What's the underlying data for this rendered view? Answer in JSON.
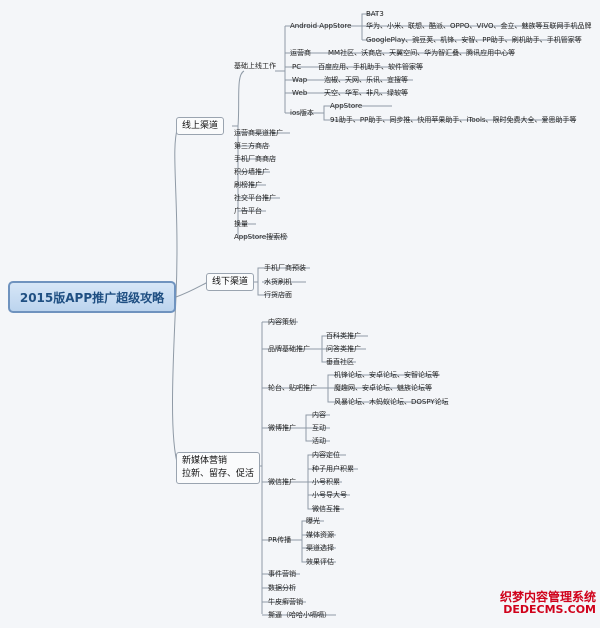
{
  "root": "2015版APP推广超级攻略",
  "online": {
    "title": "线上渠道",
    "basic": "基础上线工作",
    "android": "Android AppStore",
    "bat3": "BAT3",
    "android_line2": "华为、小米、联想、酷派、OPPO、VIVO、金立、魅族等互联网手机品牌",
    "android_line3": "GooglePlay、豌豆荚、机锋、安智、PP助手、刷机助手、手机管家等",
    "carrier_label": "运营商",
    "carrier_value": "MM社区、沃商店、天翼空间、华为智汇叠、腾讯应用中心等",
    "pc_label": "PC",
    "pc_value": "百度应用、手机助手、软件管家等",
    "wap_label": "Wap",
    "wap_value": "泡椒、天网、乐讯、宜搜等",
    "web_label": "Web",
    "web_value": "天空、华军、非凡、绿软等",
    "ios_label": "ios版本",
    "ios_appstore": "AppStore",
    "ios_value": "91助手、PP助手、同步推、快用苹果助手、iTools、限时免费大全、爱思助手等",
    "items": [
      "运营商渠道推广",
      "第三方商店",
      "手机厂商商店",
      "积分墙推广",
      "刷榜推广",
      "社交平台推广",
      "广告平台",
      "换量",
      "AppStore搜索榜"
    ]
  },
  "offline": {
    "title": "线下渠道",
    "items": [
      "手机厂商预装",
      "水货刷机",
      "行货店面"
    ]
  },
  "newmedia": {
    "title_line1": "新媒体营销",
    "title_line2": "拉新、留存、促活",
    "content_plan": "内容策划",
    "brand_label": "品牌基础推广",
    "brand_items": [
      "百科类推广",
      "问答类推广",
      "垂直社区"
    ],
    "forum_label": "轮台、贴吧推广",
    "forum_items": [
      "机锋论坛、安卓论坛、安智论坛等",
      "魔趣网、安卓论坛、魅族论坛等",
      "风暴论坛、木蚂蚁论坛、DOSPY论坛"
    ],
    "weibo_label": "微博推广",
    "weibo_items": [
      "内容",
      "互动",
      "活动"
    ],
    "wechat_label": "微信推广",
    "wechat_items": [
      "内容定位",
      "种子用户积累",
      "小号积累",
      "小号导大号",
      "微信互推"
    ],
    "pr_label": "PR传播",
    "pr_items": [
      "曝光",
      "媒体资源",
      "渠道选择",
      "效果评估"
    ],
    "tail_items": [
      "事件营销",
      "数据分析",
      "牛皮癣营销",
      "撕逼（哈哈小嗝嗝）"
    ]
  },
  "watermark": {
    "line1": "织梦内容管理系统",
    "line2": "DEDECMS.COM"
  }
}
